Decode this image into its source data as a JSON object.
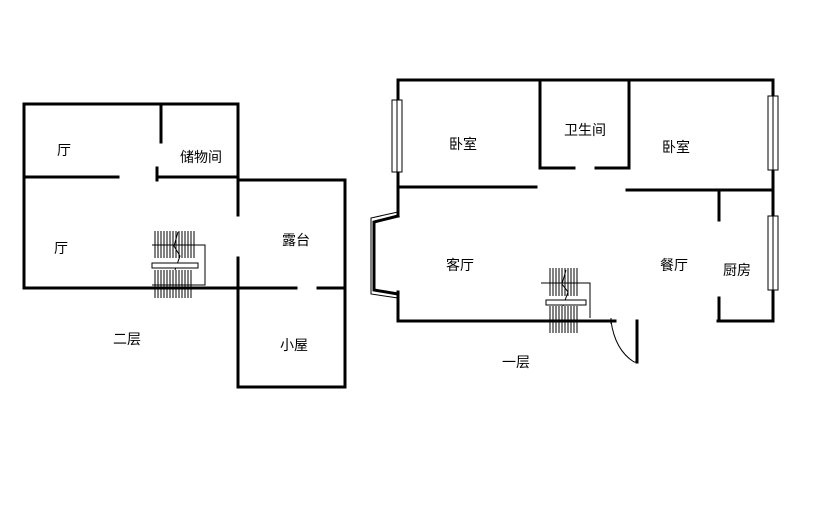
{
  "upper_floor": {
    "label": "二层",
    "rooms": {
      "hall_top": "厅",
      "storage": "储物间",
      "hall_bottom": "厅",
      "terrace": "露台",
      "small_room": "小屋"
    }
  },
  "ground_floor": {
    "label": "一层",
    "rooms": {
      "bedroom_left": "卧室",
      "bathroom": "卫生间",
      "bedroom_right": "卧室",
      "living_room": "客厅",
      "dining_room": "餐厅",
      "kitchen": "厨房"
    }
  }
}
